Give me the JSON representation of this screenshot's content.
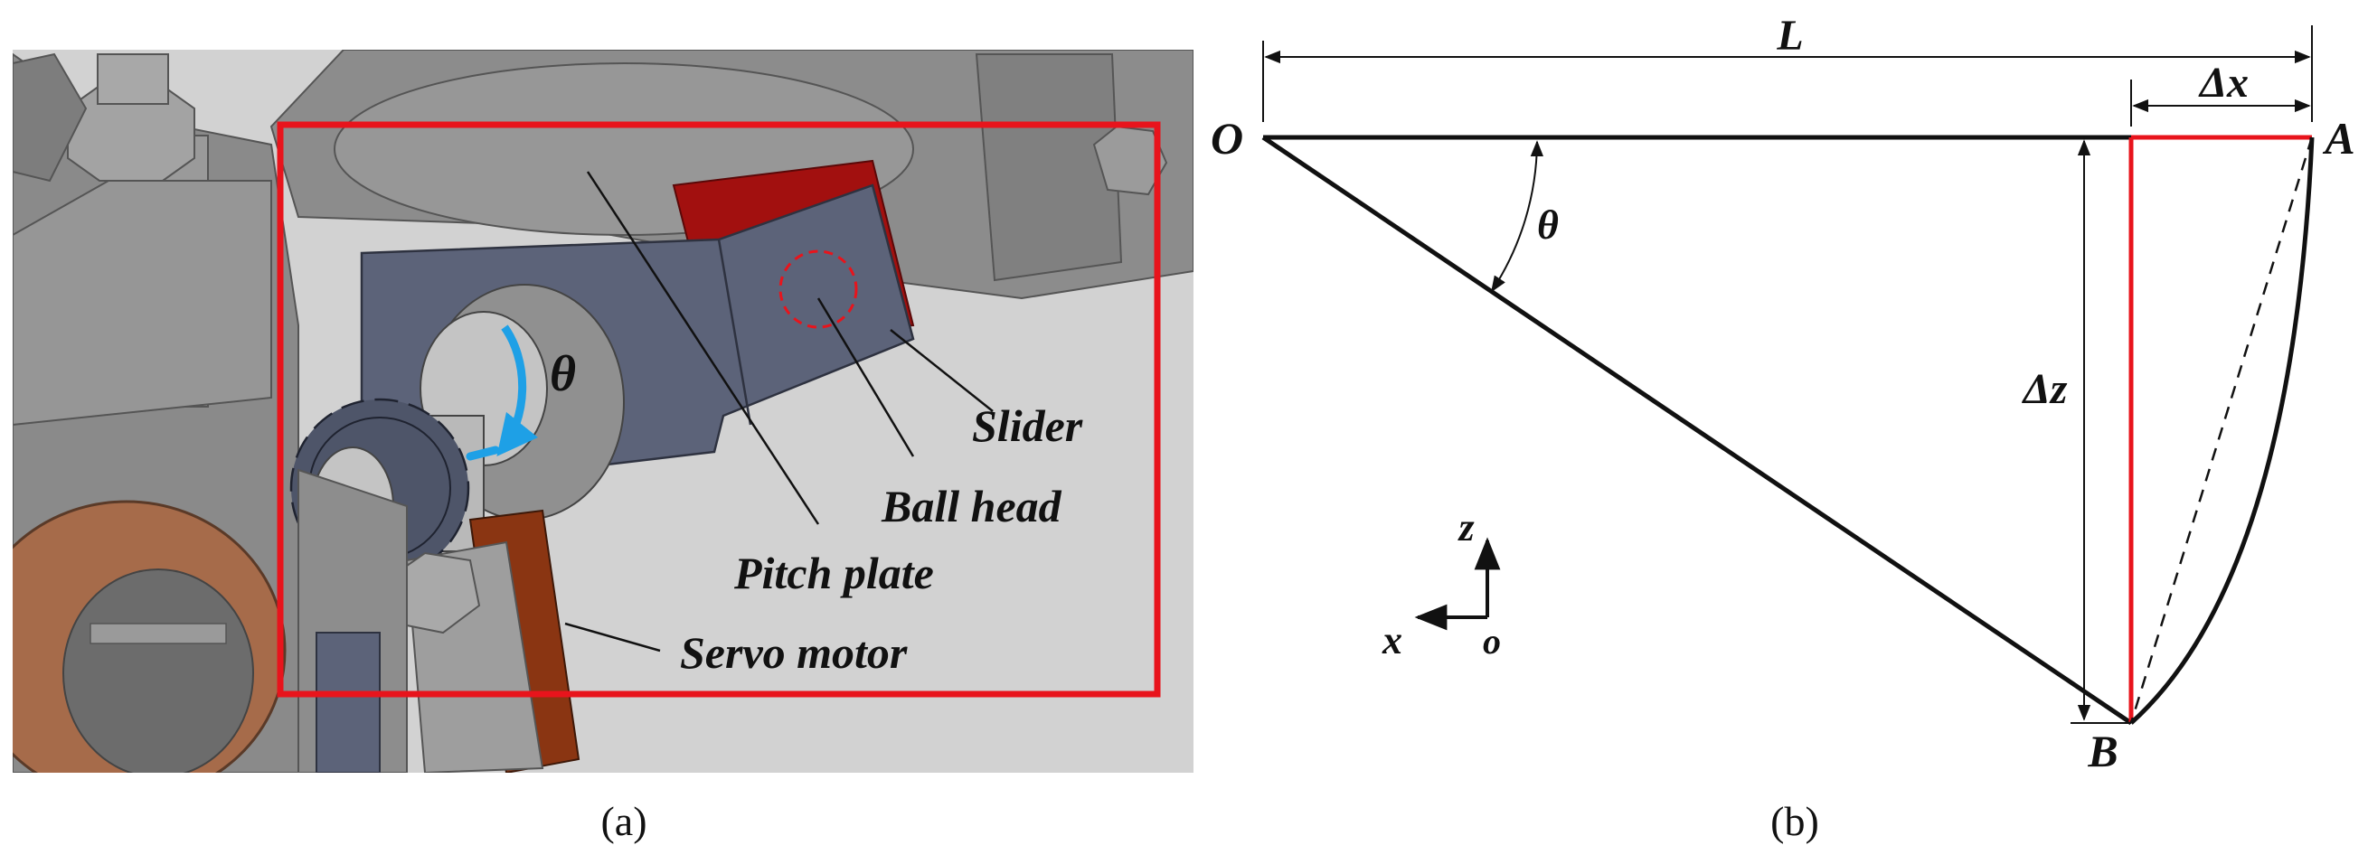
{
  "panel_a": {
    "caption": "(a)",
    "labels": {
      "theta": "θ",
      "slider": "Slider",
      "ball_head": "Ball head",
      "pitch_plate": "Pitch plate",
      "servo_motor": "Servo motor"
    },
    "colors": {
      "background_parts": "#8c8c8c",
      "pitch_plate": "#5c6379",
      "slider": "#a2100f",
      "gear": "#4e5569",
      "shaft": "#c4c4c4",
      "bronze_ring": "#a66b4a",
      "servo": "#8a3512",
      "frame": "#e8141c",
      "rotation_arrow": "#1ea0e6"
    }
  },
  "panel_b": {
    "caption": "(b)",
    "labels": {
      "L": "L",
      "dx": "Δx",
      "dz": "Δz",
      "theta": "θ",
      "O": "O",
      "A": "A",
      "B": "B",
      "axis_z": "z",
      "axis_x": "x",
      "axis_o": "o"
    },
    "colors": {
      "lines": "#111111",
      "highlight": "#e8141c"
    }
  }
}
